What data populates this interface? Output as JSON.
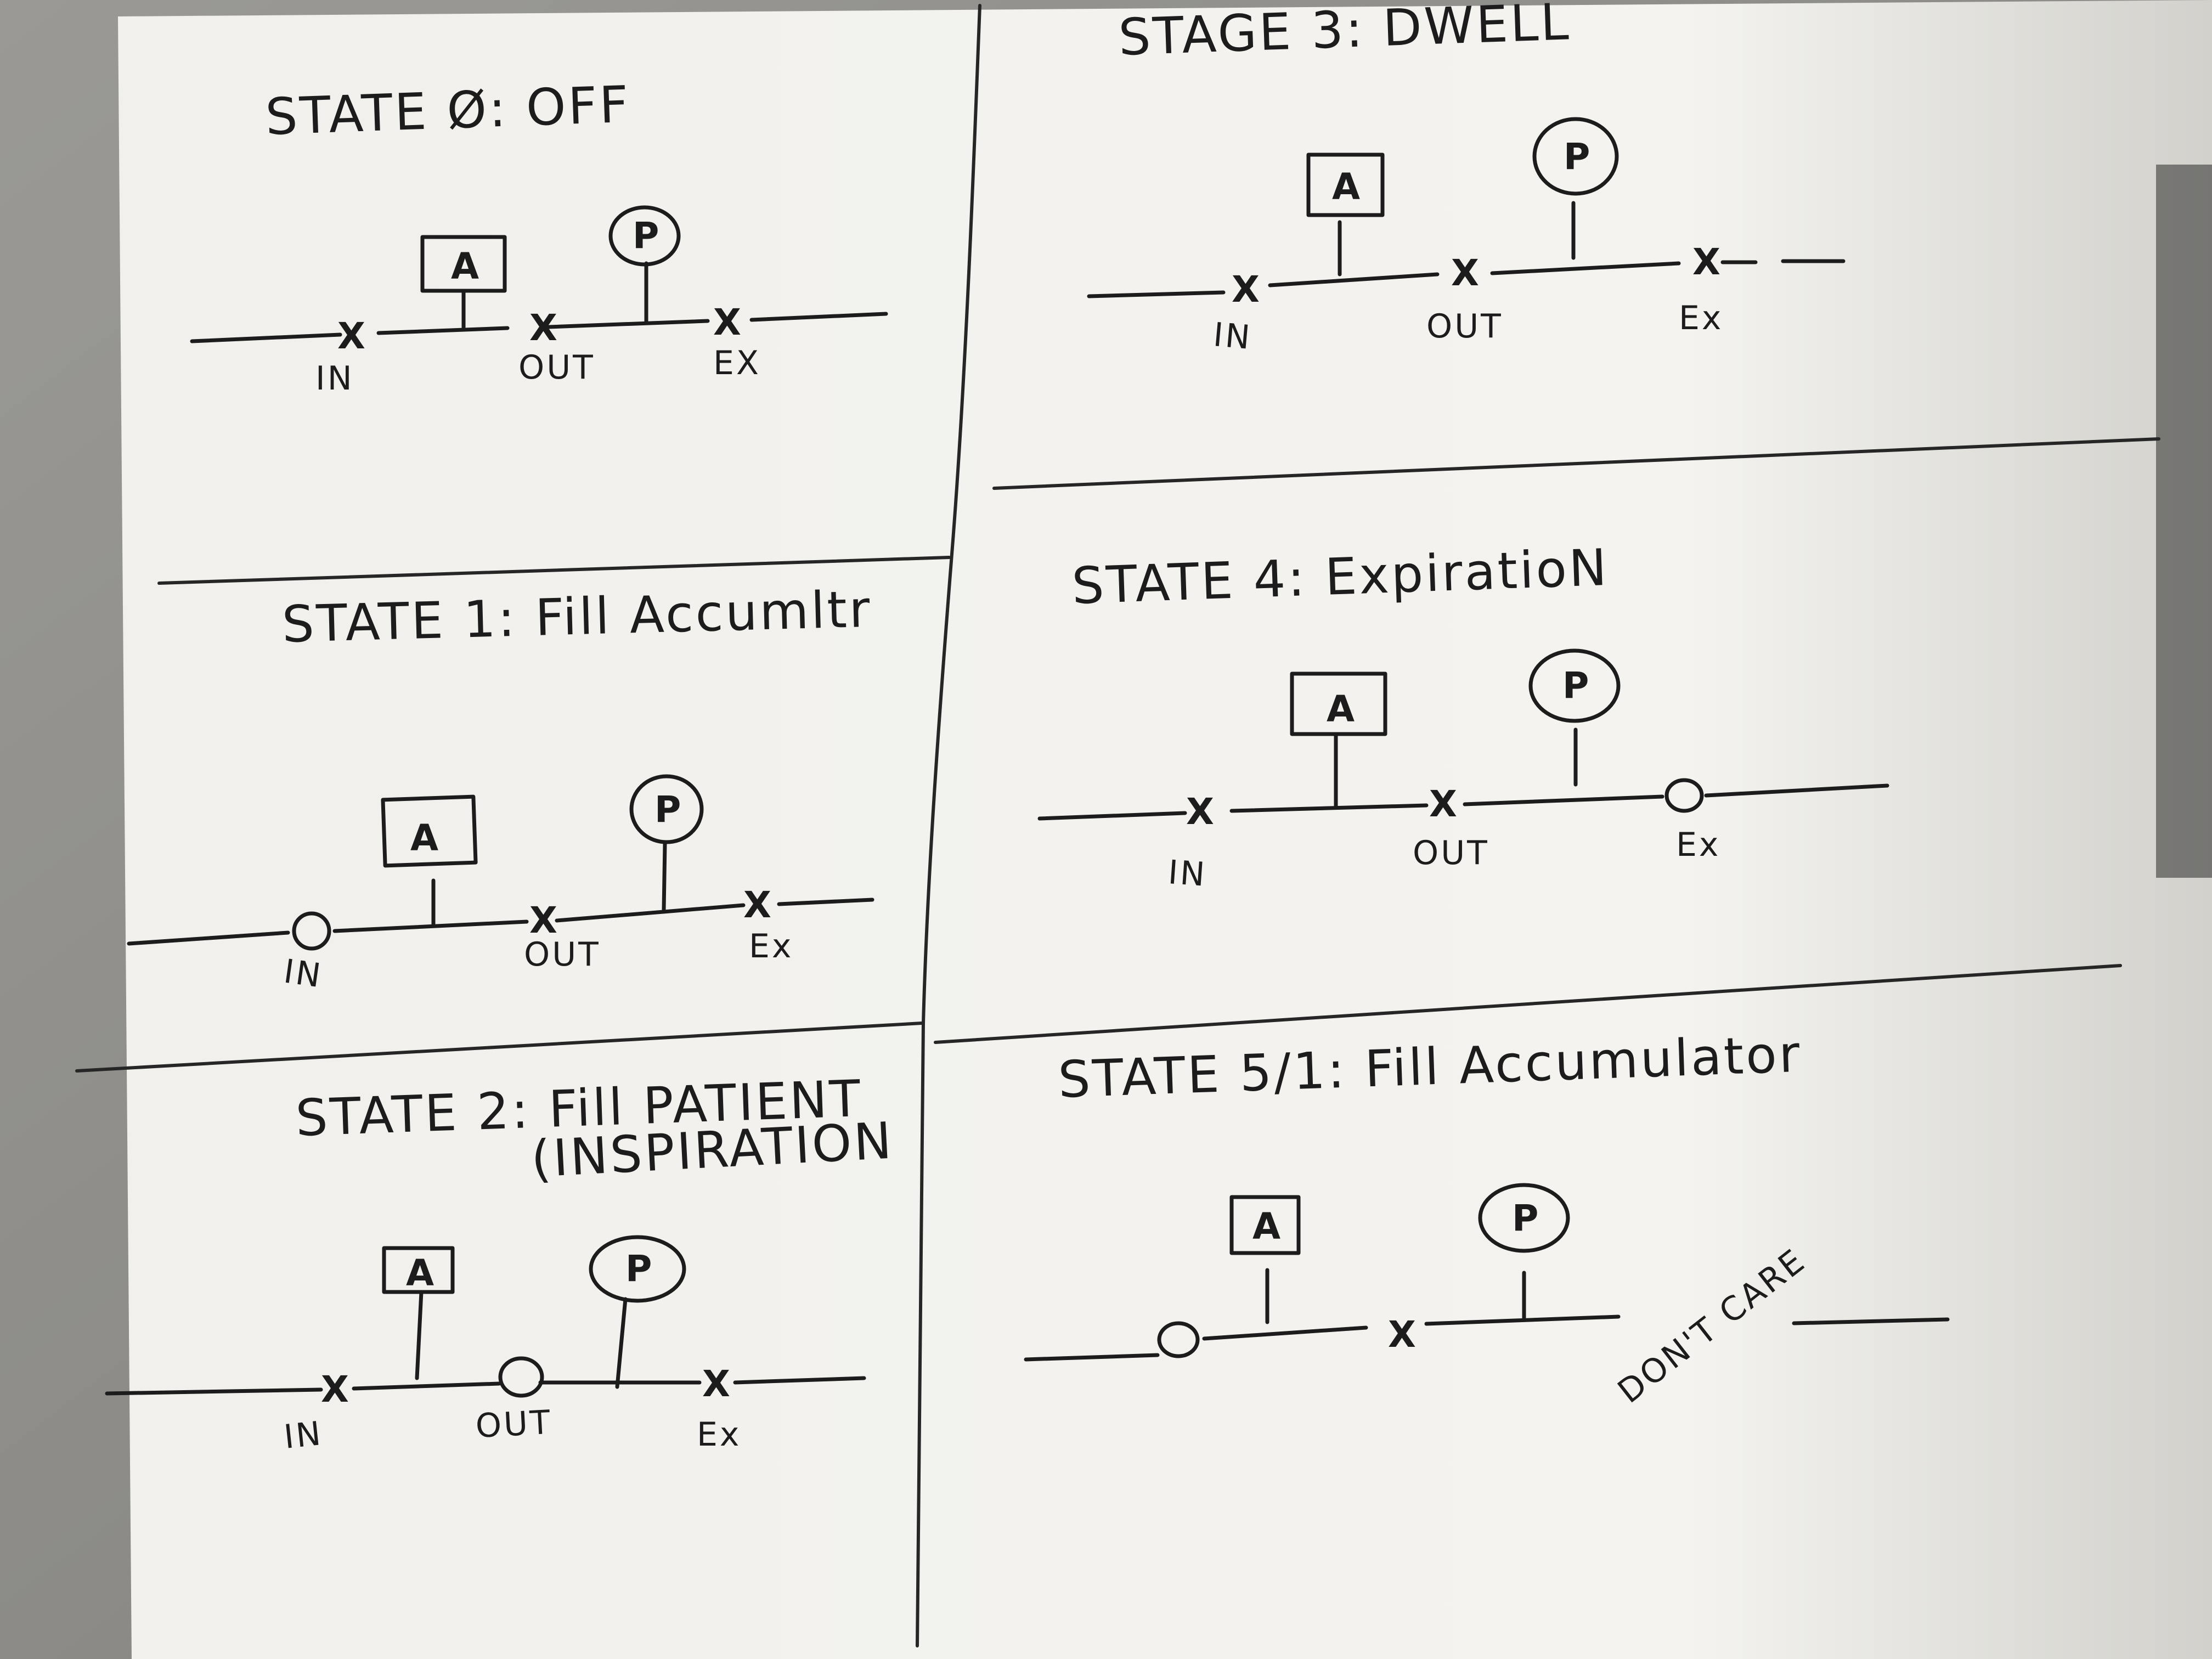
{
  "paper": {
    "color": "#f3f2ee",
    "shadow": "#c9c8c3",
    "ink": "#1c1c1c"
  },
  "symbols": {
    "accumulator": "A",
    "patient": "P",
    "closed_valve": "X",
    "open_valve": "O"
  },
  "states": [
    {
      "id": "state0",
      "title": "STATE Ø: OFF",
      "valves": [
        {
          "label": "IN",
          "status": "closed"
        },
        {
          "label": "OUT",
          "status": "closed"
        },
        {
          "label": "EX",
          "status": "closed"
        }
      ]
    },
    {
      "id": "state1",
      "title": "STATE 1: Fill Accumltr",
      "valves": [
        {
          "label": "IN",
          "status": "open"
        },
        {
          "label": "OUT",
          "status": "closed"
        },
        {
          "label": "Ex",
          "status": "closed"
        }
      ]
    },
    {
      "id": "state2",
      "title": "STATE 2: Fill PATIENT",
      "subtitle": "(INSPIRATION",
      "valves": [
        {
          "label": "IN",
          "status": "closed"
        },
        {
          "label": "OUT",
          "status": "open"
        },
        {
          "label": "Ex",
          "status": "closed"
        }
      ]
    },
    {
      "id": "state3",
      "title": "STAGE 3: DWELL",
      "valves": [
        {
          "label": "IN",
          "status": "closed"
        },
        {
          "label": "OUT",
          "status": "closed"
        },
        {
          "label": "Ex",
          "status": "closed"
        }
      ]
    },
    {
      "id": "state4",
      "title": "STATE 4: ExpiratioN",
      "valves": [
        {
          "label": "IN",
          "status": "closed"
        },
        {
          "label": "OUT",
          "status": "closed"
        },
        {
          "label": "Ex",
          "status": "open"
        }
      ]
    },
    {
      "id": "state5",
      "title": "STATE 5/1: Fill Accumulator",
      "valves": [
        {
          "label": "",
          "status": "open"
        },
        {
          "label": "",
          "status": "closed"
        },
        {
          "label": "DON'T CARE",
          "status": "dont-care"
        }
      ]
    }
  ]
}
